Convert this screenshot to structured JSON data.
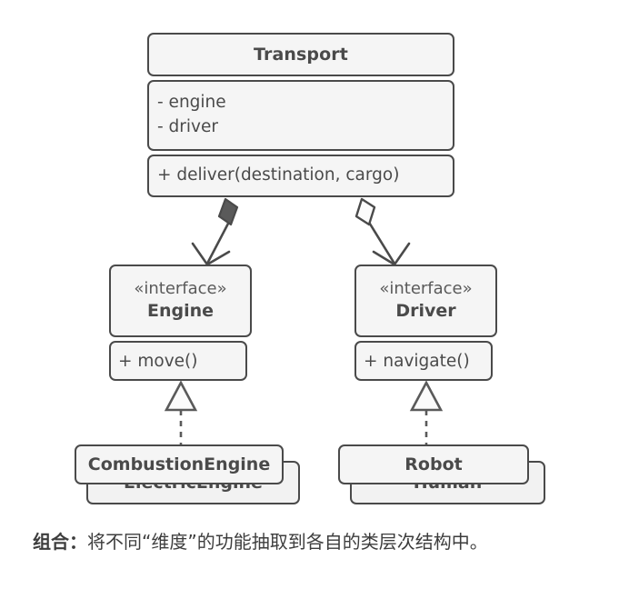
{
  "diagram": {
    "type": "uml-class-diagram",
    "colors": {
      "border": "#4a4a4a",
      "fill": "#f5f5f5",
      "fill_behind": "#f2f2f2",
      "text": "#4a4a4a",
      "caption_text": "#3d3d3d",
      "background": "#ffffff"
    },
    "classes": {
      "transport": {
        "name": "Transport",
        "attributes": [
          "- engine",
          "- driver"
        ],
        "operations": [
          "+ deliver(destination, cargo)"
        ]
      },
      "engine": {
        "stereotype": "«interface»",
        "name": "Engine",
        "operations": [
          "+ move()"
        ]
      },
      "driver": {
        "stereotype": "«interface»",
        "name": "Driver",
        "operations": [
          "+ navigate()"
        ]
      },
      "combustion_engine": {
        "name": "CombustionEngine"
      },
      "electric_engine": {
        "name": "ElectricEngine"
      },
      "robot": {
        "name": "Robot"
      },
      "human": {
        "name": "Human"
      }
    },
    "relationships": [
      {
        "kind": "composition",
        "from": "Transport",
        "to": "Engine",
        "marker": "filled-diamond",
        "line": "solid",
        "arrowhead": "open"
      },
      {
        "kind": "aggregation",
        "from": "Transport",
        "to": "Driver",
        "marker": "hollow-diamond",
        "line": "solid",
        "arrowhead": "open"
      },
      {
        "kind": "realization",
        "from": "CombustionEngine",
        "to": "Engine",
        "marker": "hollow-triangle",
        "line": "dashed",
        "arrowhead": "closed-triangle"
      },
      {
        "kind": "realization",
        "from": "Robot",
        "to": "Driver",
        "marker": "hollow-triangle",
        "line": "dashed",
        "arrowhead": "closed-triangle"
      }
    ]
  },
  "caption": {
    "label": "组合：",
    "body": "将不同“维度”的功能抽取到各自的类层次结构中。"
  }
}
